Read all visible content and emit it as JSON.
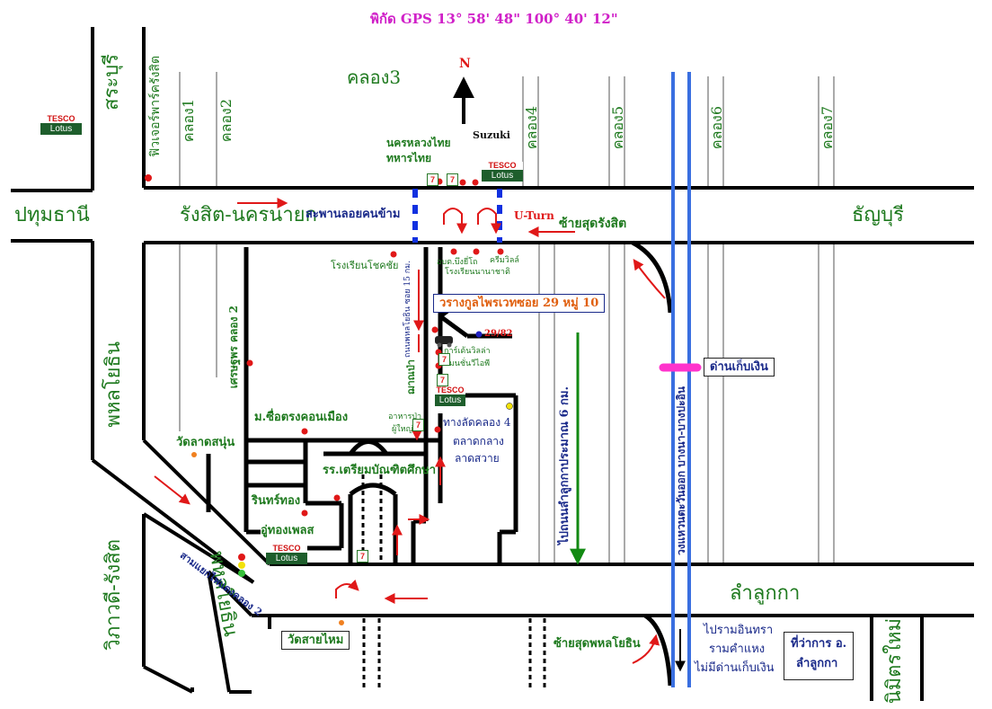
{
  "header": {
    "gps": "พิกัด GPS 13° 58' 48\" 100° 40' 12\""
  },
  "compass": {
    "label": "N"
  },
  "roads": {
    "rangsit_nakhon_nayok": "รังสิต-นครนายก",
    "pathum_thani": "ปทุมธานี",
    "thanyaburi": "ธัญบุรี",
    "saraburi": "สระบุรี",
    "phahon_yothin": "พหลโยธิน",
    "phahon_yothin_2": "พหลโยธิน",
    "vibhavadi_rangsit": "วิภาวดี-รังสิต",
    "lam_luk_ka": "ลำลูกกา",
    "nimit_mai": "นิมิตรใหม่",
    "khlong3": "คลอง3",
    "khlong1": "คลอง1",
    "khlong2": "คลอง2",
    "khlong4": "คลอง4",
    "khlong5": "คลอง5",
    "khlong6": "คลอง6",
    "khlong7": "คลอง7",
    "soi_setthaphon": "เศรษฐพร คลอง 2",
    "pharachanakij": "ถนนพหลโยธิน ซอย 15 กม."
  },
  "places": {
    "future_park": "ฟิวเจอร์พาร์ครังสิต",
    "nakhon_luang_thai": "นครหลวงไทย",
    "thahan_thai": "ทหารไทย",
    "suzuki": "Suzuki",
    "pedestrian_bridge": "สะพานลอยคนข้าม",
    "u_turn": "U-Turn",
    "turn_left_rangsit": "ซ้ายสุดรังสิต",
    "school_chokchai": "โรงเรียนโชคชัย",
    "or_bor_tor": "อบต.บึงยี่โถ",
    "rongrian_nanachat": "โรงเรียนนานาชาติ",
    "cream_ville": "ครีมวิลล์",
    "destination": "วรางกูลไพรเวทซอย 29 หมู่ 10",
    "address": "29/82",
    "karnvillage": "การ์เด้นวิลล่า",
    "mansion": "แมนชั่นวีไอพี",
    "thana_pa": "ฌาณป่า",
    "ahan_pa": "อาหารป่า",
    "phuyai_ri": "ผู้ใหญ่รี",
    "shortcut_khlong4": "ทางลัดคลอง 4",
    "talad_klang": "ตลาดกลาง",
    "lat_sawai": "ลาดสวาย",
    "to_lam_luk_ka_6km": "ไปถนนลำลูกกาประมาณ 6 กม.",
    "ring_road": "วงแหวนตะวันออก บางนา-บางปะอิน",
    "toll": "ด่านเก็บเงิน",
    "chue_trong": "ม.ซื่อตรงคอนเมือง",
    "wat_lat_sanun": "วัดลาดสนุ่น",
    "school_triam": "รร.เตรียมบัณฑิตศึกษา",
    "rinthong": "รินทร์ทอง",
    "uthong_place": "อู่ทองเพลส",
    "traffic_light_khlong2": "สามแยกไฟแดงคลอง 2",
    "wat_sai_mai": "วัดสายไหม",
    "turn_left_phahon": "ซ้ายสุดพหลโยธิน",
    "to_ramintra_1": "ไปรามอินทรา",
    "to_ramintra_2": "รามคำแหง",
    "to_ramintra_3": "ไม่มีด่านเก็บเงิน",
    "district_office_1": "ที่ว่าการ อ.",
    "district_office_2": "ลำลูกกา"
  },
  "logos": {
    "tesco": "TESCO",
    "lotus": "Lotus",
    "seven": "7"
  },
  "colors": {
    "road": "#000000",
    "arrow": "#e01818",
    "green_text": "#1f7a1f",
    "ring_road": "#3a6fe0",
    "bridge_marker": "#1030e0",
    "toll_marker": "#ff33cc",
    "gps": "#d020c8",
    "destination": "#e06010"
  }
}
